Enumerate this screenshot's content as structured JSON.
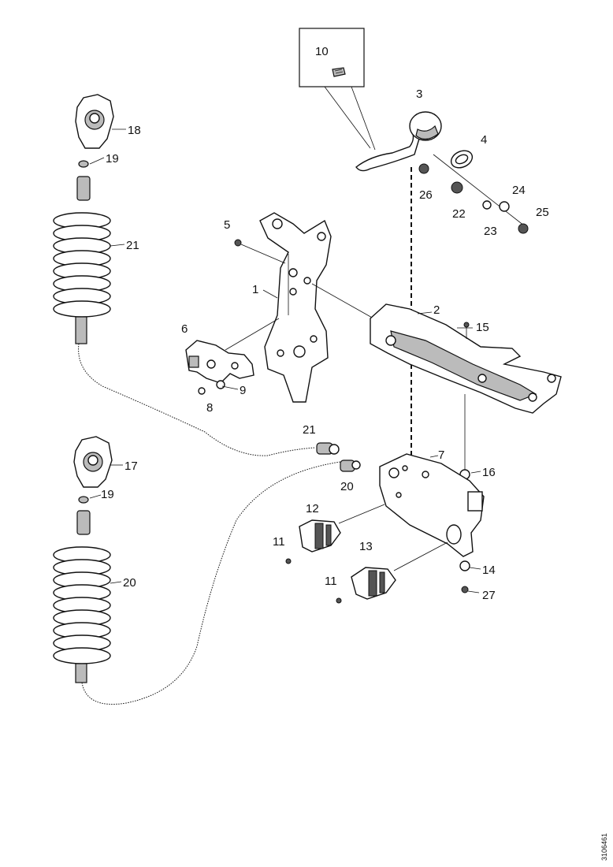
{
  "diagram": {
    "labels": [
      "1",
      "2",
      "3",
      "4",
      "5",
      "6",
      "7",
      "8",
      "9",
      "10",
      "11",
      "11",
      "12",
      "13",
      "14",
      "15",
      "16",
      "17",
      "18",
      "19",
      "19",
      "20",
      "20",
      "21",
      "21",
      "22",
      "23",
      "24",
      "25",
      "26",
      "27"
    ],
    "reference": "3106461"
  }
}
